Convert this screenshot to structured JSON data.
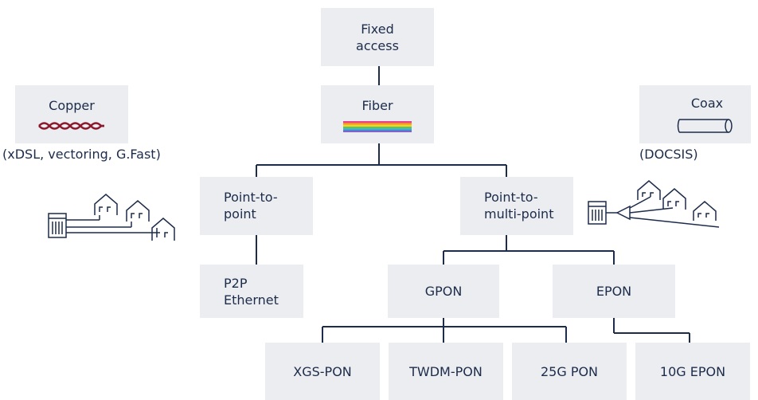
{
  "nodes": {
    "fixed_access": {
      "line1": "Fixed",
      "line2": "access"
    },
    "fiber": "Fiber",
    "copper": "Copper",
    "copper_caption": "(xDSL, vectoring, G.Fast)",
    "coax": "Coax",
    "coax_caption": "(DOCSIS)",
    "point_to_point": {
      "line1": "Point-to-",
      "line2": "point"
    },
    "point_to_multipoint": {
      "line1": "Point-to-",
      "line2": "multi-point"
    },
    "p2p_ethernet": {
      "line1": "P2P",
      "line2": "Ethernet"
    },
    "gpon": "GPON",
    "epon": "EPON",
    "xgs_pon": "XGS-PON",
    "twdm_pon": "TWDM-PON",
    "pon_25g": "25G PON",
    "epon_10g": "10G EPON"
  },
  "colors": {
    "box_fill": "#ebedf0",
    "text": "#1d2c4a",
    "line": "#1d2c4a",
    "copper_wire": "#8b1a2e",
    "rainbow": [
      "#e8408a",
      "#f39a1e",
      "#f7d51d",
      "#5cc45a",
      "#2bb6d9",
      "#7d5bc8"
    ]
  },
  "icons": [
    "copper-wire-icon",
    "fiber-rainbow-icon",
    "coax-cable-icon",
    "p2p-houses-icon",
    "p2mp-houses-icon"
  ]
}
